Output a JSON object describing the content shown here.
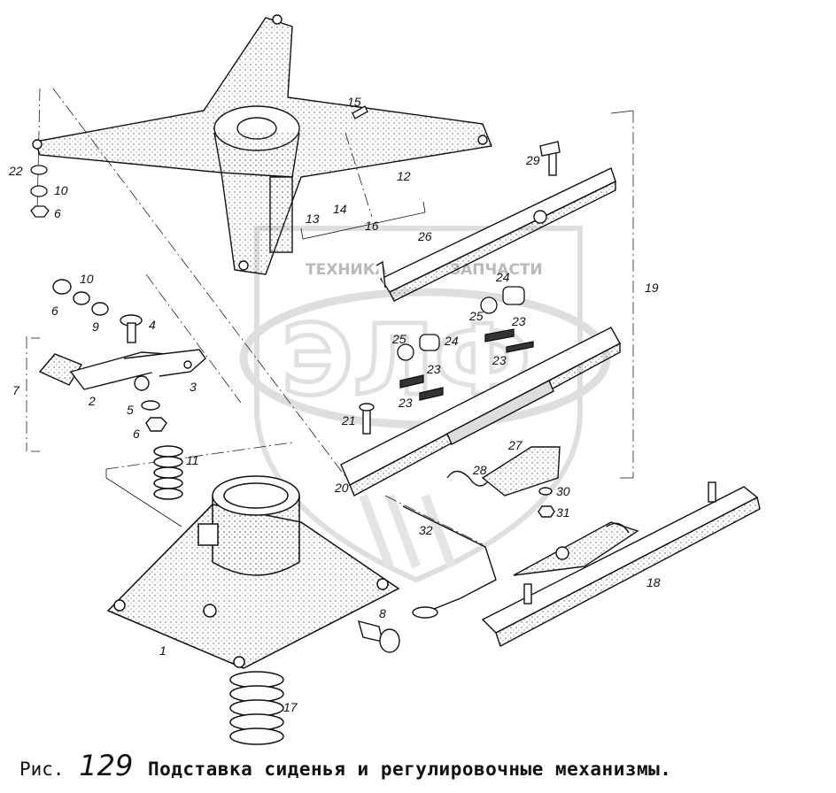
{
  "watermark": {
    "text_left": "ТЕХНИКА",
    "text_right": "ЗАПЧАСТИ",
    "logo": "ЭЛФ",
    "logo_icon": "shield-emblem-icon"
  },
  "caption": {
    "prefix": "Рис.",
    "number": "129",
    "title": "Подставка сиденья и регулировочные механизмы."
  },
  "labels": [
    "1",
    "2",
    "3",
    "4",
    "5",
    "6",
    "6",
    "6",
    "7",
    "8",
    "9",
    "10",
    "10",
    "11",
    "12",
    "13",
    "14",
    "15",
    "16",
    "17",
    "18",
    "19",
    "20",
    "21",
    "22",
    "23",
    "23",
    "23",
    "23",
    "24",
    "24",
    "25",
    "25",
    "26",
    "27",
    "28",
    "29",
    "30",
    "31",
    "32"
  ],
  "colors": {
    "line": "#111111",
    "watermark": "#b9b9b9",
    "background": "#ffffff"
  }
}
